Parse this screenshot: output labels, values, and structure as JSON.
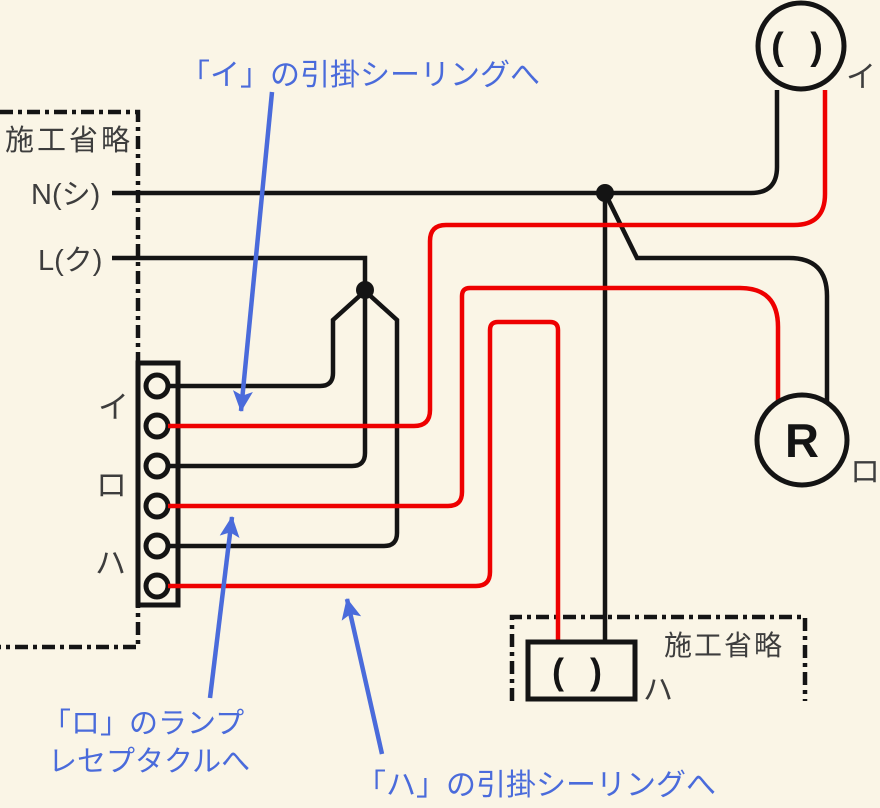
{
  "colors": {
    "background": "#faf5e6",
    "wire_black": "#141414",
    "wire_red": "#ee0000",
    "annotation_blue": "#4a6bdb",
    "label_gray": "#3d3d3d"
  },
  "left_omission_box": {
    "label": "施工省略",
    "neutral_label": "N(シ)",
    "live_label": "L(ク)"
  },
  "terminal_strip": {
    "circuit_labels": [
      "イ",
      "ロ",
      "ハ"
    ]
  },
  "devices": {
    "ceiling_light_i": {
      "symbol": "( )",
      "label": "イ"
    },
    "lamp_receptacle_ro": {
      "symbol": "R",
      "label": "ロ"
    },
    "ceiling_light_ha": {
      "symbol": "( )",
      "label": "ハ"
    },
    "bottom_omission_box": {
      "label": "施工省略"
    }
  },
  "annotations": {
    "to_ceiling_i": "「イ」の引掛シーリングへ",
    "to_receptacle_ro_line1": "「ロ」のランプ",
    "to_receptacle_ro_line2": "レセプタクルへ",
    "to_ceiling_ha": "「ハ」の引掛シーリングへ"
  }
}
